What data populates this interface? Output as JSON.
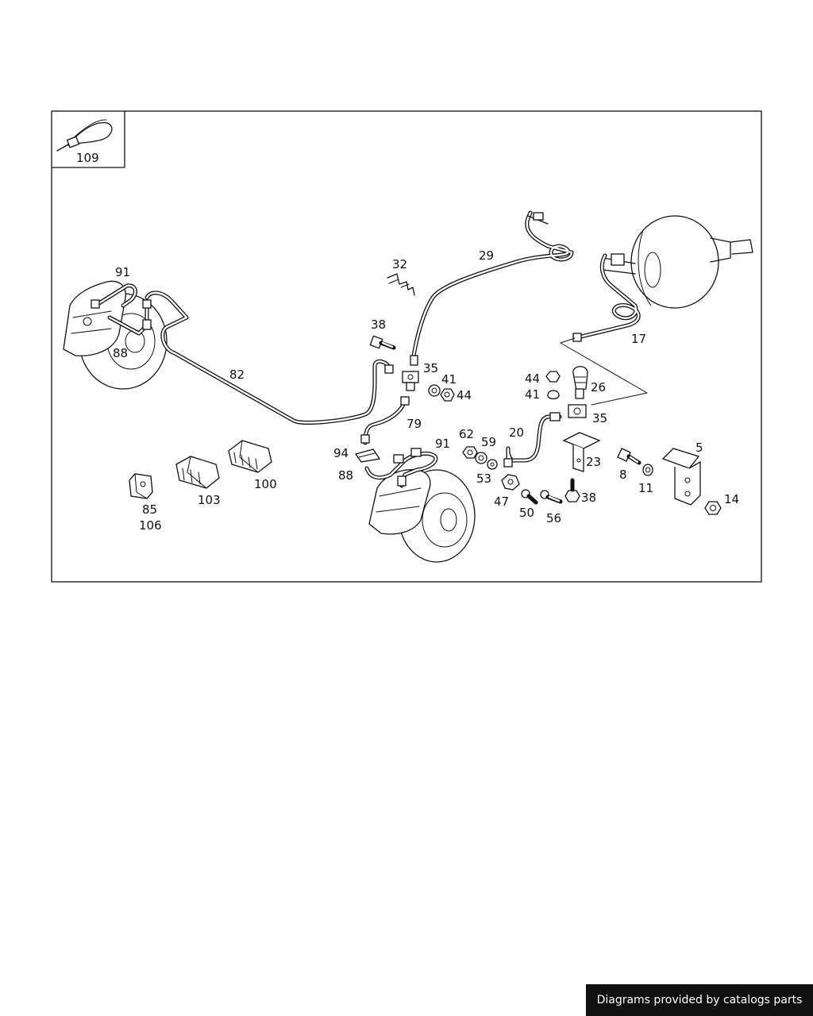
{
  "inset_label": "109",
  "labels": {
    "l91a": "91",
    "l88a": "88",
    "l82": "82",
    "l32": "32",
    "l29": "29",
    "l38a": "38",
    "l35a": "35",
    "l41a": "41",
    "l44a": "44",
    "l79": "79",
    "l17": "17",
    "l44b": "44",
    "l41b": "41",
    "l26": "26",
    "l35b": "35",
    "l20": "20",
    "l62": "62",
    "l59": "59",
    "l53": "53",
    "l91b": "91",
    "l94": "94",
    "l88b": "88",
    "l47": "47",
    "l50": "50",
    "l56": "56",
    "l38b": "38",
    "l23": "23",
    "l8": "8",
    "l11": "11",
    "l5": "5",
    "l14": "14",
    "l85": "85",
    "l106": "106",
    "l103": "103",
    "l100": "100"
  },
  "credit": "Diagrams provided by catalogs parts"
}
